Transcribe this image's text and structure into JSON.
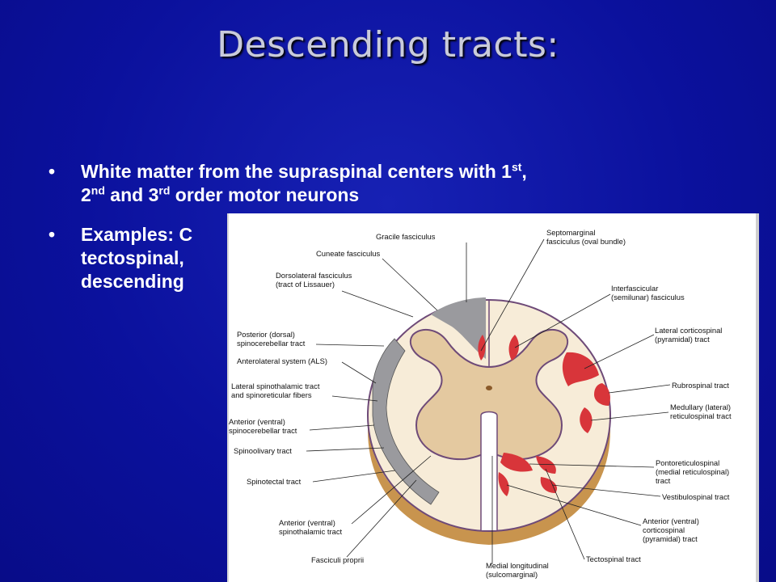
{
  "slide": {
    "title": "Descending tracts:",
    "bullet_1": {
      "text_a": "White matter from the supraspinal centers with 1",
      "sup_a": "st",
      "text_b": ", ",
      "text_c": "2",
      "sup_c": "nd",
      "text_d": " and 3",
      "sup_d": "rd",
      "text_e": " order motor neurons"
    },
    "bullet_2": {
      "line_1": "Examples: C",
      "line_2": "tectospinal,",
      "line_3": "descending"
    },
    "bullet_glyph": "•"
  },
  "figure": {
    "labels_left": {
      "cuneate": "Cuneate fasciculus",
      "gracile": "Gracile fasciculus",
      "dorsolateral_1": "Dorsolateral fasciculus",
      "dorsolateral_2": "(tract of Lissauer)",
      "post_spinocereb_1": "Posterior (dorsal)",
      "post_spinocereb_2": "spinocerebellar tract",
      "als": "Anterolateral system (ALS)",
      "lat_spinothal_1": "Lateral spinothalamic tract",
      "lat_spinothal_2": "and spinoreticular fibers",
      "ant_spinocereb_1": "Anterior (ventral)",
      "ant_spinocereb_2": "spinocerebellar tract",
      "spinoolivary": "Spinoolivary tract",
      "spinotectal": "Spinotectal tract",
      "ant_spinothal_1": "Anterior (ventral)",
      "ant_spinothal_2": "spinothalamic tract",
      "fasciculi_proprii": "Fasciculi proprii"
    },
    "labels_right": {
      "septomarginal_1": "Septomarginal",
      "septomarginal_2": "fasciculus (oval bundle)",
      "interfascicular_1": "Interfascicular",
      "interfascicular_2": "(semilunar) fasciculus",
      "lat_corticospinal_1": "Lateral corticospinal",
      "lat_corticospinal_2": "(pyramidal) tract",
      "rubrospinal": "Rubrospinal tract",
      "med_reticulospinal_1": "Medullary (lateral)",
      "med_reticulospinal_2": "reticulospinal tract",
      "pontoreticulospinal_1": "Pontoreticulospinal",
      "pontoreticulospinal_2": "(medial reticulospinal)",
      "pontoreticulospinal_3": "tract",
      "vestibulospinal": "Vestibulospinal tract",
      "ant_corticospinal_1": "Anterior (ventral)",
      "ant_corticospinal_2": "corticospinal",
      "ant_corticospinal_3": "(pyramidal) tract",
      "tectospinal": "Tectospinal tract",
      "medial_longitudinal_1": "Medial longitudinal",
      "medial_longitudinal_2": "(sulcomarginal)"
    },
    "colors": {
      "ascending_gray": "#9a9a9e",
      "descending_red": "#d8353a",
      "gray_matter": "#e4c9a0",
      "white_matter": "#f7ecd8",
      "pia": "#6e4a78",
      "base": "#c8944e"
    }
  }
}
